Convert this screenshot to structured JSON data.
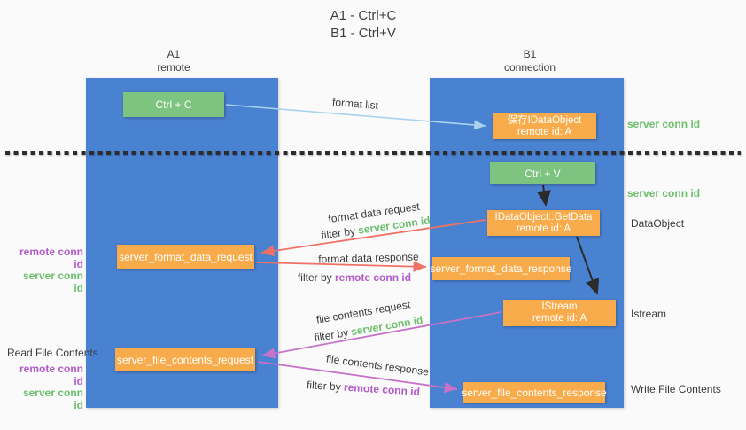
{
  "title": {
    "line1": "A1 - Ctrl+C",
    "line2": "B1 - Ctrl+V"
  },
  "columns": {
    "left": {
      "name": "A1",
      "role": "remote"
    },
    "right": {
      "name": "B1",
      "role": "connection"
    }
  },
  "nodes": {
    "ctrl_c": "Ctrl + C",
    "save_idataobject": {
      "line1": "保存IDataObject",
      "line2": "remote id: A"
    },
    "ctrl_v": "Ctrl + V",
    "getdata": {
      "line1": "IDataObject::GetData",
      "line2": "remote id: A"
    },
    "format_request": "server_format_data_request",
    "format_response": "server_format_data_response",
    "istream": {
      "line1": "IStream",
      "line2": "remote id: A"
    },
    "file_request": "server_file_contents_request",
    "file_response": "server_file_contents_response"
  },
  "arrow_labels": {
    "format_list": "format list",
    "format_data_request": "format data request",
    "format_data_response": "format data response",
    "file_contents_request": "file contents request",
    "file_contents_response": "file contents response",
    "filter_by": "filter by",
    "server_conn_id": "server conn id",
    "remote_conn_id": "remote conn id"
  },
  "side_labels": {
    "server_conn_id_top": "server conn id",
    "server_conn_id_mid": "server conn id",
    "dataobject": "DataObject",
    "istream": "Istream",
    "write_file_contents": "Write File Contents",
    "read_file_contents": "Read File Contents",
    "remote_conn_id": "remote conn id",
    "server_conn_id": "server conn id"
  },
  "colors": {
    "lane_blue": "#4a82d2",
    "node_green": "#7cc47f",
    "node_orange": "#f8ab4a",
    "arrow_light_blue": "#a8d2ee",
    "arrow_red": "#ee7166",
    "arrow_purple": "#c572c8",
    "arrow_black": "#2b2b2b",
    "text_green": "#6cbf6c",
    "text_purple": "#b35bc7",
    "background": "#fafafa"
  }
}
